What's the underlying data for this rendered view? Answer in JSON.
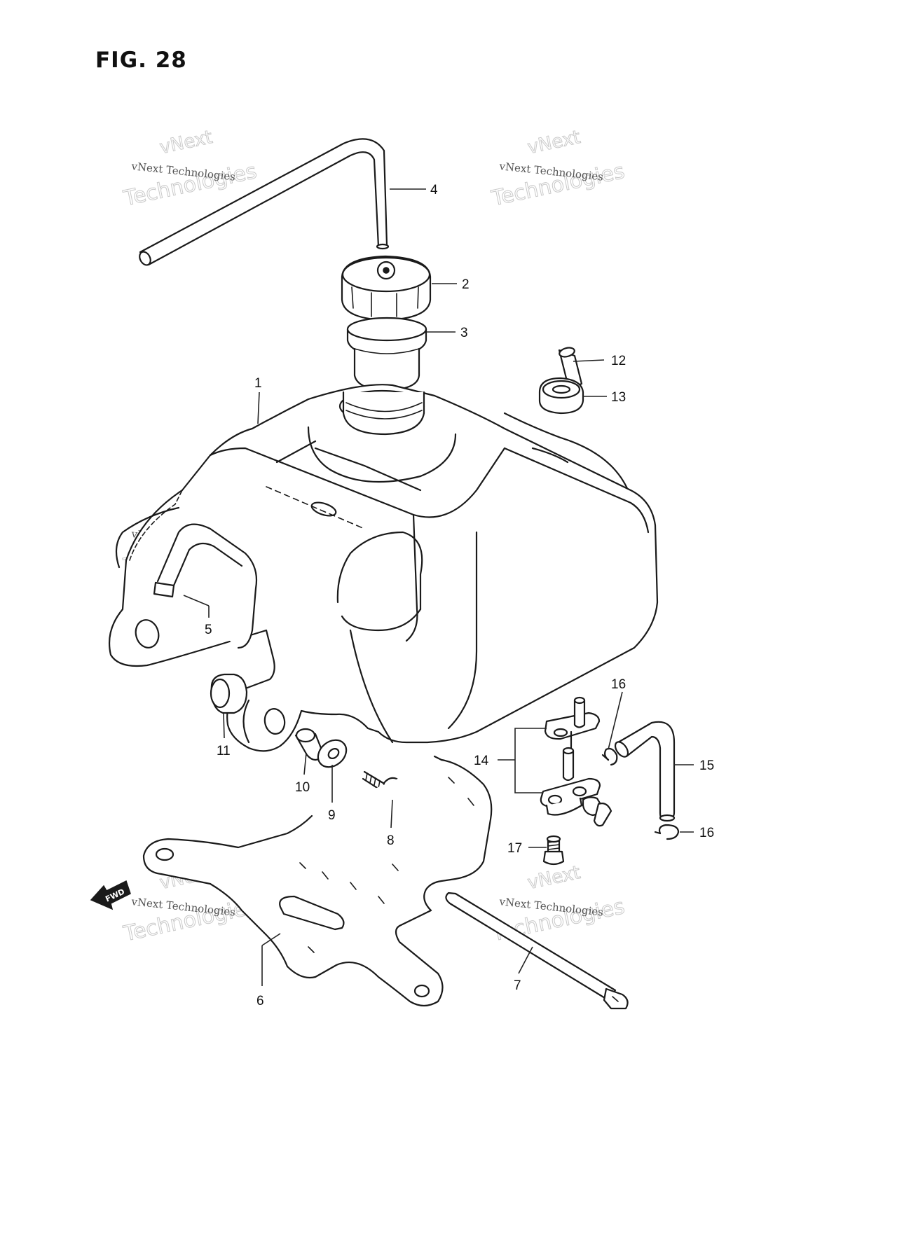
{
  "figure": {
    "title": "FIG. 28",
    "fwd_label": "FWD"
  },
  "watermarks": [
    {
      "line1": "vNext",
      "line2": "vNext Technologies",
      "line3": "Technologies"
    }
  ],
  "callouts": [
    {
      "num": "1"
    },
    {
      "num": "2"
    },
    {
      "num": "3"
    },
    {
      "num": "4"
    },
    {
      "num": "5"
    },
    {
      "num": "6"
    },
    {
      "num": "7"
    },
    {
      "num": "8"
    },
    {
      "num": "9"
    },
    {
      "num": "10"
    },
    {
      "num": "11"
    },
    {
      "num": "12"
    },
    {
      "num": "13"
    },
    {
      "num": "14"
    },
    {
      "num": "15"
    },
    {
      "num": "16"
    },
    {
      "num": "17"
    }
  ]
}
